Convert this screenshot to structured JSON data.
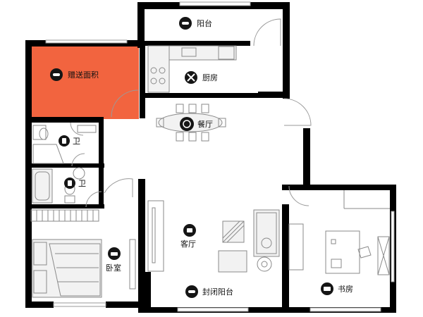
{
  "rooms": {
    "balcony": {
      "label": "阳台",
      "icon": "balcony-icon"
    },
    "bonus_area": {
      "label": "赠送面积",
      "icon": "bonus-area-icon",
      "color": "#f2643f"
    },
    "kitchen": {
      "label": "厨房",
      "icon": "kitchen-icon"
    },
    "dining": {
      "label": "餐厅",
      "icon": "dining-icon"
    },
    "bath1": {
      "label": "卫",
      "icon": "toilet-icon"
    },
    "bath2": {
      "label": "卫",
      "icon": "toilet-icon"
    },
    "living": {
      "label": "客厅",
      "icon": "living-room-icon"
    },
    "bedroom": {
      "label": "卧室",
      "icon": "bedroom-icon"
    },
    "enclosed_balcony": {
      "label": "封闭阳台",
      "icon": "balcony-icon"
    },
    "study": {
      "label": "书房",
      "icon": "study-icon"
    }
  },
  "colors": {
    "wall": "#000000",
    "highlight": "#f2643f",
    "furniture": "#8a8a8a"
  }
}
